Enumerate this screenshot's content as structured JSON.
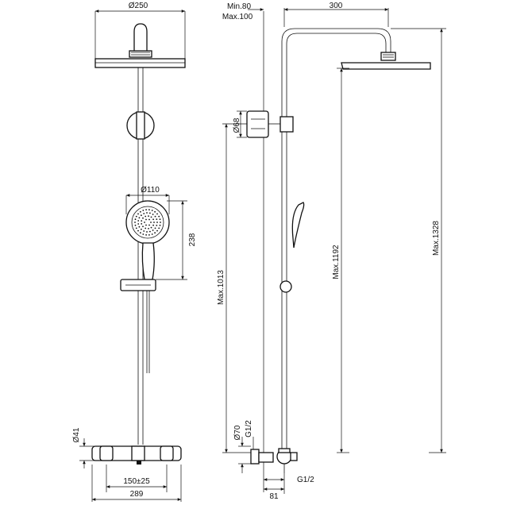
{
  "drawing": {
    "front_view": {
      "overhead_diameter": "Ø250",
      "handshower_diameter": "Ø110",
      "handshower_height": "238",
      "max_height": "Max.1013",
      "valve_diameter": "Ø41",
      "center_distance": "150±25",
      "overall_width": "289"
    },
    "side_view": {
      "min_offset": "Min.80",
      "max_offset": "Max.100",
      "arm_reach": "300",
      "bracket_diameter": "Ø68",
      "height_1192": "Max.1192",
      "height_1328": "Max.1328",
      "escutcheon_diameter": "Ø70",
      "inlet_thread_upper": "G1/2",
      "inlet_thread_lower": "G1/2",
      "wall_depth": "81"
    }
  }
}
